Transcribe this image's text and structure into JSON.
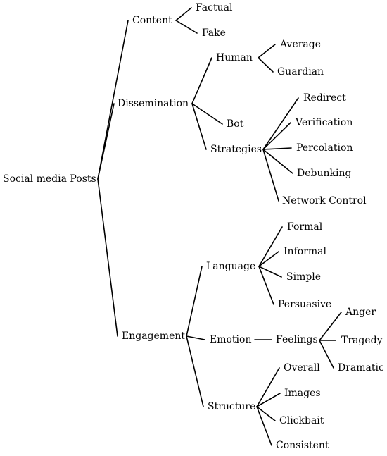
{
  "tree": {
    "root": "Social media Posts",
    "content": {
      "label": "Content",
      "items": [
        "Factual",
        "Fake"
      ]
    },
    "dissemination": {
      "label": "Dissemination",
      "human": {
        "label": "Human",
        "items": [
          "Average",
          "Guardian"
        ]
      },
      "bot": "Bot",
      "strategies": {
        "label": "Strategies",
        "items": [
          "Redirect",
          "Verification",
          "Percolation",
          "Debunking",
          "Network Control"
        ]
      }
    },
    "engagement": {
      "label": "Engagement",
      "language": {
        "label": "Language",
        "items": [
          "Formal",
          "Informal",
          "Simple",
          "Persuasive"
        ]
      },
      "emotion": {
        "label": "Emotion",
        "feelings": {
          "label": "Feelings",
          "items": [
            "Anger",
            "Tragedy",
            "Dramatic"
          ]
        }
      },
      "structure": {
        "label": "Structure",
        "items": [
          "Overall",
          "Images",
          "Clickbait",
          "Consistent"
        ]
      }
    }
  }
}
